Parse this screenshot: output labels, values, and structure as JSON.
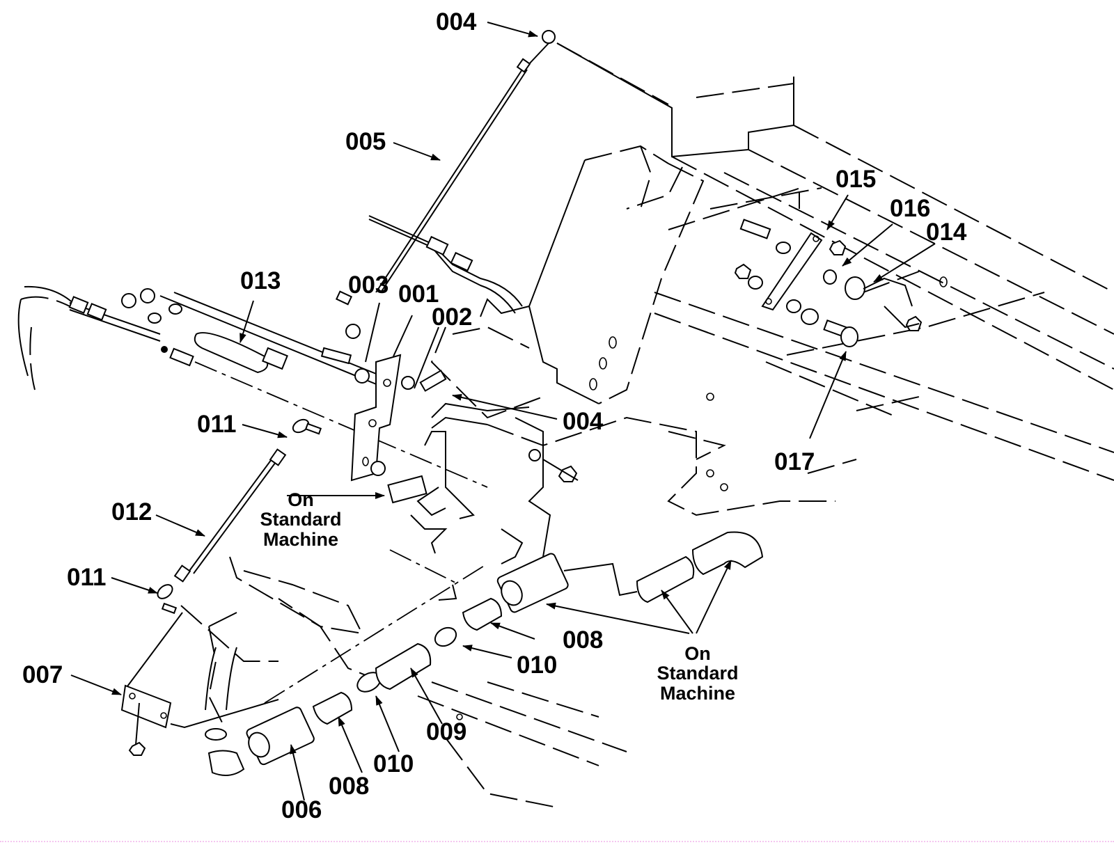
{
  "figure": {
    "type": "exploded parts diagram",
    "callouts": [
      {
        "id": "c004a",
        "text": "004"
      },
      {
        "id": "c005",
        "text": "005"
      },
      {
        "id": "c013",
        "text": "013"
      },
      {
        "id": "c003",
        "text": "003"
      },
      {
        "id": "c001",
        "text": "001"
      },
      {
        "id": "c002",
        "text": "002"
      },
      {
        "id": "c004b",
        "text": "004"
      },
      {
        "id": "c011a",
        "text": "011"
      },
      {
        "id": "c012",
        "text": "012"
      },
      {
        "id": "c011b",
        "text": "011"
      },
      {
        "id": "c007",
        "text": "007"
      },
      {
        "id": "c006",
        "text": "006"
      },
      {
        "id": "c008a",
        "text": "008"
      },
      {
        "id": "c010a",
        "text": "010"
      },
      {
        "id": "c009",
        "text": "009"
      },
      {
        "id": "c010b",
        "text": "010"
      },
      {
        "id": "c008b",
        "text": "008"
      },
      {
        "id": "c015",
        "text": "015"
      },
      {
        "id": "c016",
        "text": "016"
      },
      {
        "id": "c014",
        "text": "014"
      },
      {
        "id": "c017",
        "text": "017"
      }
    ],
    "notes": [
      {
        "id": "note1",
        "lines": [
          "On",
          "Standard",
          "Machine"
        ]
      },
      {
        "id": "note2",
        "lines": [
          "On",
          "Standard",
          "Machine"
        ]
      }
    ]
  }
}
